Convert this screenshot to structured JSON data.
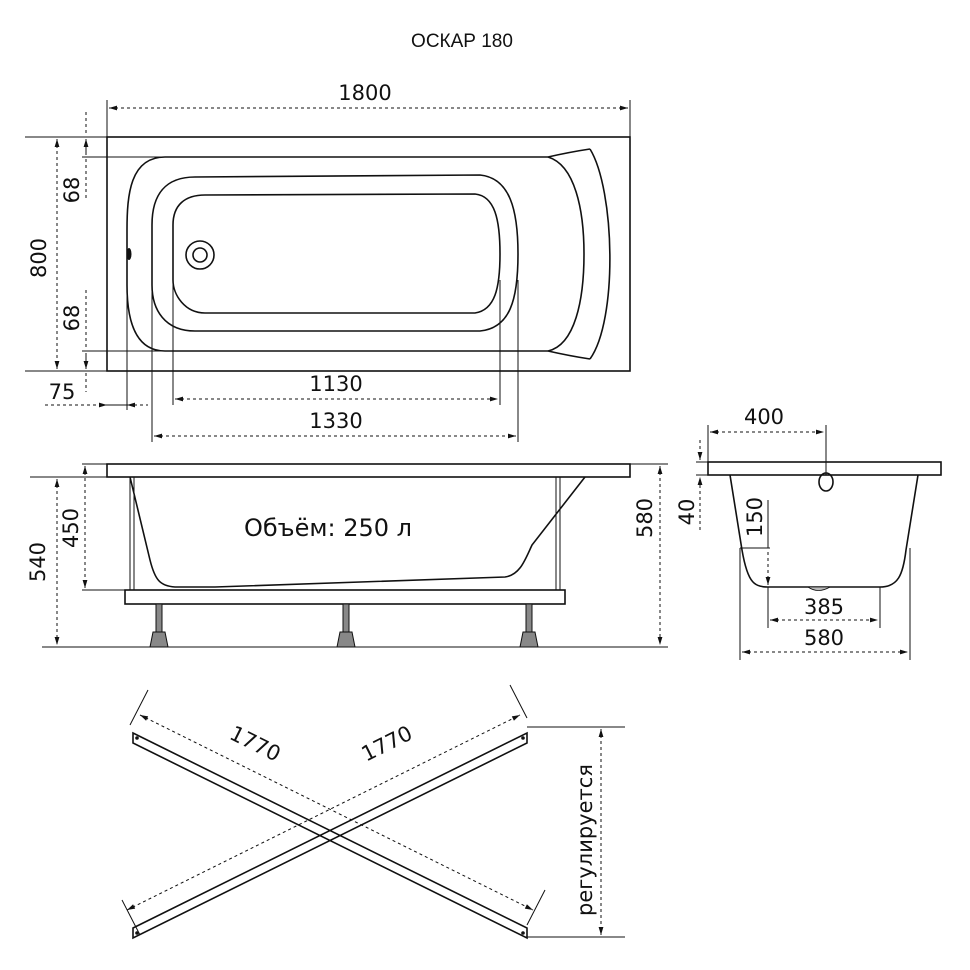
{
  "title": "ОСКАР 180",
  "top_view": {
    "length": "1800",
    "width": "800",
    "edge_top": "68",
    "edge_bottom": "68",
    "edge_left": "75",
    "inner_bottom": "1130",
    "inner_length": "1330"
  },
  "side_view": {
    "volume": "Объём: 250 л",
    "height_total": "540",
    "depth": "450",
    "height_max": "580"
  },
  "end_view": {
    "drain_offset": "400",
    "rim": "40",
    "depth_low": "150",
    "bottom_width": "385",
    "width": "580"
  },
  "frame": {
    "diag1": "1770",
    "diag2": "1770",
    "adjustable": "регулируется"
  },
  "colors": {
    "line": "#111111",
    "leg": "#888888"
  }
}
